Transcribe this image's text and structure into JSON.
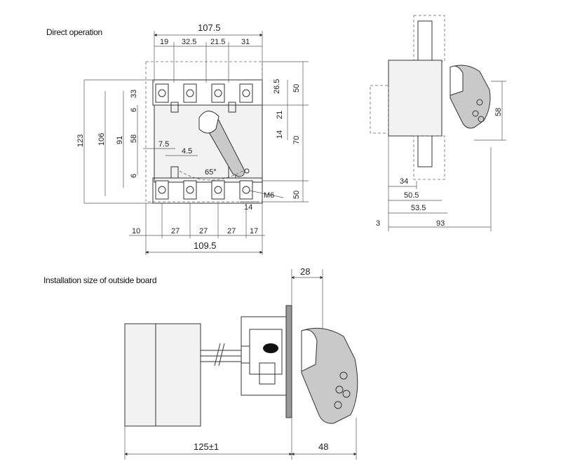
{
  "headings": {
    "direct": "Direct operation",
    "install": "Installation size of outside board"
  },
  "front": {
    "top_overall": "107.5",
    "top_parts": [
      "19",
      "32.5",
      "21.5",
      "31"
    ],
    "right_small": [
      "26.5",
      "21",
      "14"
    ],
    "right_large": [
      "50",
      "70",
      "50"
    ],
    "left_vert": [
      "123",
      "106",
      "91",
      "58",
      "33",
      "6",
      "6"
    ],
    "inner": [
      "7.5",
      "4.5",
      "65°"
    ],
    "thread": "M6",
    "right_14": "14",
    "bottom_parts": [
      "10",
      "27",
      "27",
      "27",
      "17"
    ],
    "bottom_overall": "109.5"
  },
  "side": {
    "height": "58",
    "dims": [
      "34",
      "50.5",
      "53.5",
      "93"
    ],
    "left": "3"
  },
  "install": {
    "top": "28",
    "bottom_left": "125±1",
    "bottom_right": "48"
  }
}
